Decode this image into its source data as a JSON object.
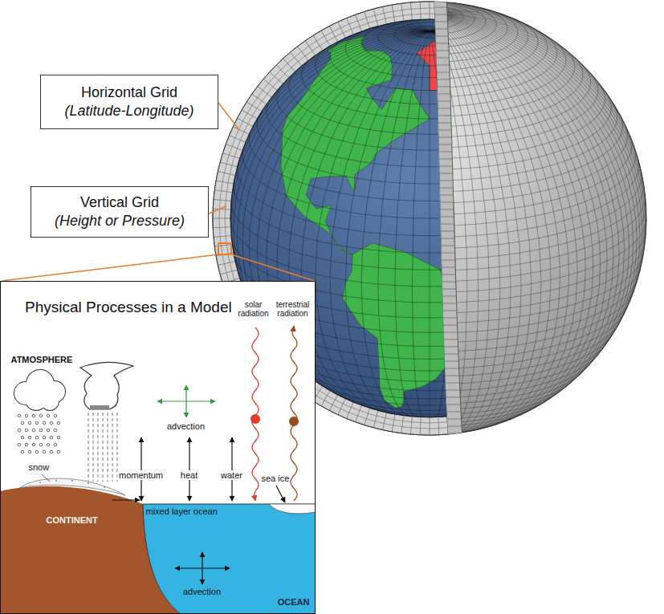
{
  "diagram": {
    "nodes": [
      {
        "text": [
          "Horizontal Grid",
          "(Latitude-Longitude)"
        ]
      },
      {
        "text": [
          "Vertical Grid",
          "(Height or Pressure)"
        ]
      },
      {
        "text": [
          "Physical Processes in a Model"
        ]
      }
    ],
    "labels": [
      "ATMOSPHERE",
      "snow",
      "advection",
      "momentum",
      "heat",
      "water",
      "solar radiation",
      "terrestrial radiation",
      "sea ice",
      "CONTINENT",
      "mixed layer ocean",
      "advection",
      "OCEAN"
    ]
  }
}
